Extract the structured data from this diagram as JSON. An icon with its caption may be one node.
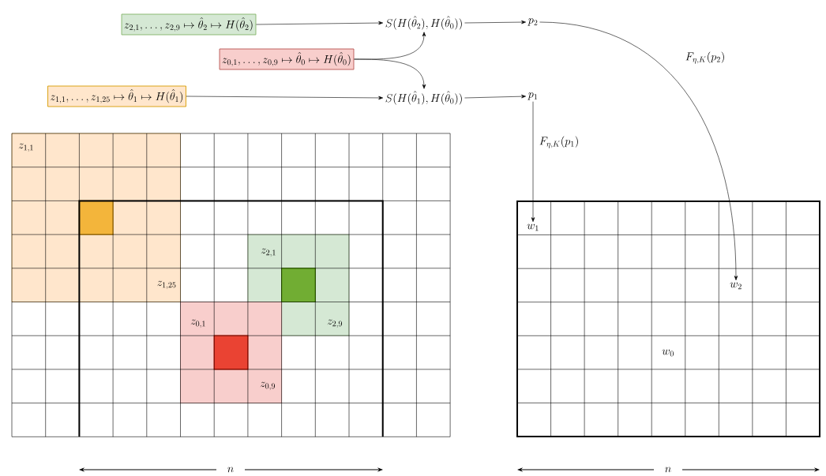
{
  "diagram": {
    "nodes": [
      {
        "text": [
          "z_{2,1}, \\ldots, z_{2,9} \\mapsto \\hat{\\theta}_2 \\mapsto H(\\hat{\\theta}_2)"
        ]
      },
      {
        "text": [
          "z_{0,1}, \\ldots, z_{0,9} \\mapsto \\hat{\\theta}_0 \\mapsto H(\\hat{\\theta}_0)"
        ]
      },
      {
        "text": [
          "z_{1,1}, \\ldots, z_{1,25} \\mapsto \\hat{\\theta}_1 \\mapsto H(\\hat{\\theta}_1)"
        ]
      },
      {
        "text": [
          "S(H(\\hat{\\theta}_2), H(\\hat{\\theta}_0))"
        ]
      },
      {
        "text": [
          "S(H(\\hat{\\theta}_1), H(\\hat{\\theta}_0))"
        ]
      },
      {
        "text": [
          "p_2"
        ]
      },
      {
        "text": [
          "p_1"
        ]
      },
      {
        "text": [
          "w_1"
        ]
      },
      {
        "text": [
          "w_2"
        ]
      }
    ],
    "edges": [
      {
        "from": 0,
        "to": 3,
        "arrow": "to"
      },
      {
        "from": 1,
        "to": 3,
        "arrow": "to"
      },
      {
        "from": 1,
        "to": 4,
        "arrow": "to"
      },
      {
        "from": 2,
        "to": 4,
        "arrow": "to"
      },
      {
        "from": 3,
        "to": 5,
        "arrow": "to"
      },
      {
        "from": 4,
        "to": 6,
        "arrow": "to"
      },
      {
        "from": 6,
        "to": 7,
        "arrow": "to",
        "label": "F_{\\eta,K}(p_1)"
      },
      {
        "from": 5,
        "to": 8,
        "arrow": "to",
        "label": "F_{\\eta,K}(p_2)"
      }
    ],
    "labels": [
      "z_{1,1}",
      "z_{2,1}",
      "z_{1,25}",
      "z_{0,1}",
      "z_{2,9}",
      "z_{0,9}",
      "w_0",
      "n",
      "n"
    ]
  }
}
